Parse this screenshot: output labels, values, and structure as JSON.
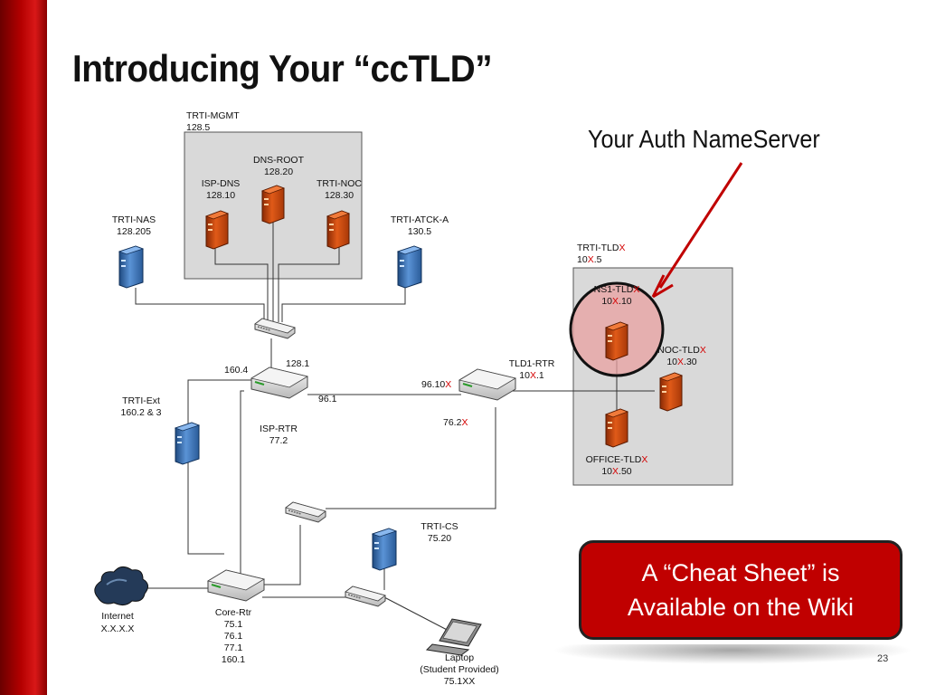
{
  "title": "Introducing Your “ccTLD”",
  "annotation": "Your Auth NameServer",
  "callout": {
    "line1": "A “Cheat Sheet” is",
    "line2": "Available on the Wiki"
  },
  "page_number": "23",
  "colors": {
    "sidebar": "#b40000",
    "callout": "#c00000",
    "server_orange": "#d04a10",
    "server_blue": "#3a73b8",
    "highlight": "#e8a0a0"
  },
  "nodes": {
    "trti_mgmt": {
      "name": "TRTI-MGMT",
      "addr": "128.5"
    },
    "dns_root": {
      "name": "DNS-ROOT",
      "addr": "128.20"
    },
    "isp_dns": {
      "name": "ISP-DNS",
      "addr": "128.10"
    },
    "trti_noc": {
      "name": "TRTI-NOC",
      "addr": "128.30"
    },
    "trti_nas": {
      "name": "TRTI-NAS",
      "addr": "128.205"
    },
    "trti_atck": {
      "name": "TRTI-ATCK-A",
      "addr": "130.5"
    },
    "trti_tld": {
      "name": "TRTI-TLD",
      "x": "X",
      "addr_pre": "10",
      "addr_post": ".5"
    },
    "ns1_tld": {
      "name": "NS1-TLD",
      "x": "X",
      "addr_pre": "10",
      "addr_post": ".10"
    },
    "noc_tld": {
      "name": "NOC-TLD",
      "x": "X",
      "addr_pre": "10",
      "addr_post": ".30"
    },
    "office_tld": {
      "name": "OFFICE-TLD",
      "x": "X",
      "addr_pre": "10",
      "addr_post": ".50"
    },
    "tld1_rtr": {
      "name": "TLD1-RTR",
      "addr_pre": "10",
      "x": "X",
      "addr_post": ".1"
    },
    "isp_rtr": {
      "name": "ISP-RTR",
      "addr": "77.2"
    },
    "trti_ext": {
      "name": "TRTI-Ext",
      "addr": "160.2 & 3"
    },
    "trti_cs": {
      "name": "TRTI-CS",
      "addr": "75.20"
    },
    "internet": {
      "name": "Internet",
      "addr": "X.X.X.X"
    },
    "core_rtr": {
      "name": "Core-Rtr",
      "addrs": [
        "75.1",
        "76.1",
        "77.1",
        "160.1"
      ]
    },
    "laptop": {
      "name": "Laptop",
      "sub": "(Student Provided)",
      "addr": "75.1XX"
    }
  },
  "links": {
    "l_128_1": "128.1",
    "l_160_4": "160.4",
    "l_96_1": "96.1",
    "l_96_10": "96.10",
    "l_96_10_x": "X",
    "l_76_2": "76.2",
    "l_76_2_x": "X"
  }
}
